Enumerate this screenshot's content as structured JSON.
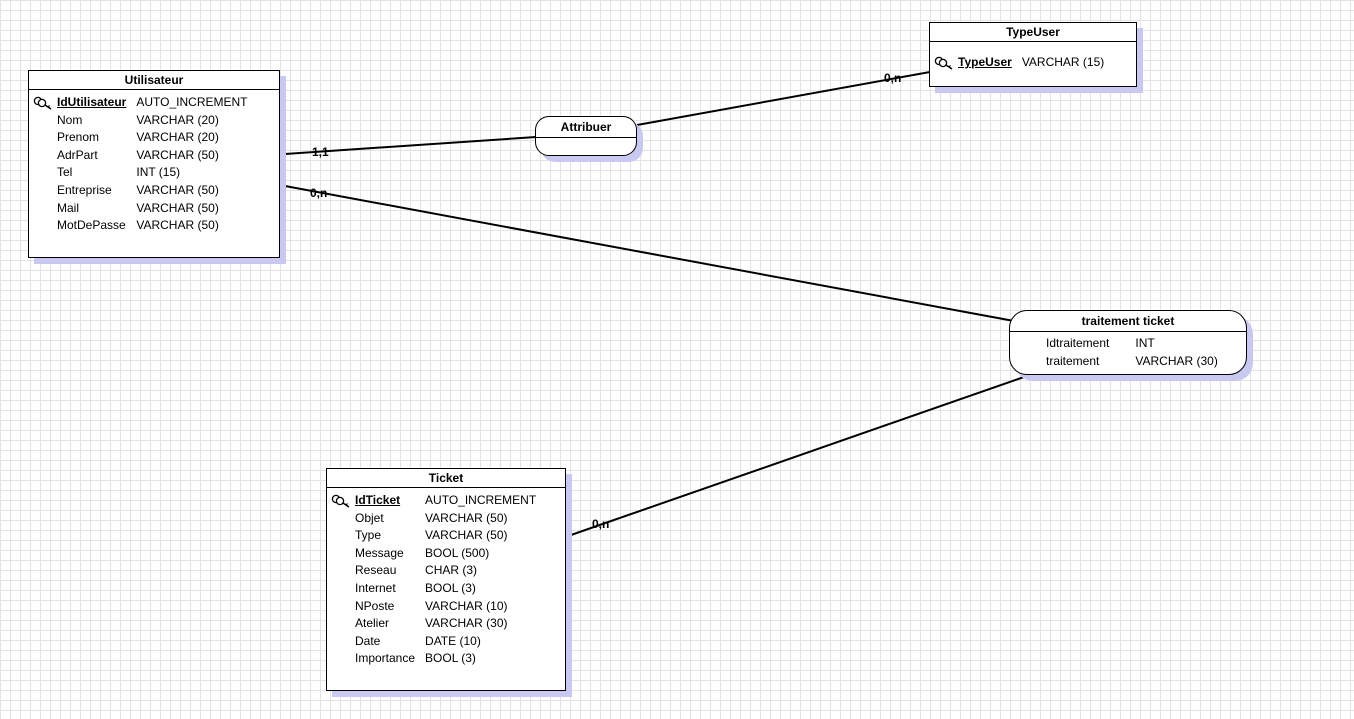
{
  "entities": {
    "utilisateur": {
      "title": "Utilisateur",
      "attributes": [
        {
          "name": "IdUtilisateur",
          "type": "AUTO_INCREMENT",
          "pk": true
        },
        {
          "name": "Nom",
          "type": "VARCHAR (20)"
        },
        {
          "name": "Prenom",
          "type": "VARCHAR (20)"
        },
        {
          "name": "AdrPart",
          "type": "VARCHAR (50)"
        },
        {
          "name": "Tel",
          "type": "INT (15)"
        },
        {
          "name": "Entreprise",
          "type": "VARCHAR (50)"
        },
        {
          "name": "Mail",
          "type": "VARCHAR (50)"
        },
        {
          "name": "MotDePasse",
          "type": "VARCHAR (50)"
        }
      ]
    },
    "typeuser": {
      "title": "TypeUser",
      "attributes": [
        {
          "name": "TypeUser",
          "type": "VARCHAR (15)",
          "pk": true
        }
      ]
    },
    "ticket": {
      "title": "Ticket",
      "attributes": [
        {
          "name": "IdTicket",
          "type": "AUTO_INCREMENT",
          "pk": true
        },
        {
          "name": "Objet",
          "type": "VARCHAR (50)"
        },
        {
          "name": "Type",
          "type": "VARCHAR (50)"
        },
        {
          "name": "Message",
          "type": "BOOL (500)"
        },
        {
          "name": "Reseau",
          "type": "CHAR (3)"
        },
        {
          "name": "Internet",
          "type": "BOOL (3)"
        },
        {
          "name": "NPoste",
          "type": "VARCHAR (10)"
        },
        {
          "name": "Atelier",
          "type": "VARCHAR (30)"
        },
        {
          "name": "Date",
          "type": "DATE (10)"
        },
        {
          "name": "Importance",
          "type": "BOOL (3)"
        }
      ]
    }
  },
  "relations": {
    "attribuer": {
      "title": "Attribuer",
      "attributes": []
    },
    "traitement": {
      "title": "traitement ticket",
      "attributes": [
        {
          "name": "Idtraitement",
          "type": "INT"
        },
        {
          "name": "traitement",
          "type": "VARCHAR (30)"
        }
      ]
    }
  },
  "cardinalities": {
    "utilisateur_attribuer": "1,1",
    "typeuser_attribuer": "0,n",
    "utilisateur_traitement": "0,n",
    "ticket_traitement": "0,n"
  },
  "icons": {
    "primary_key": "key-icon"
  },
  "colors": {
    "shadow": "#c8c8f0",
    "grid": "#e3e3e3",
    "line": "#000000"
  }
}
